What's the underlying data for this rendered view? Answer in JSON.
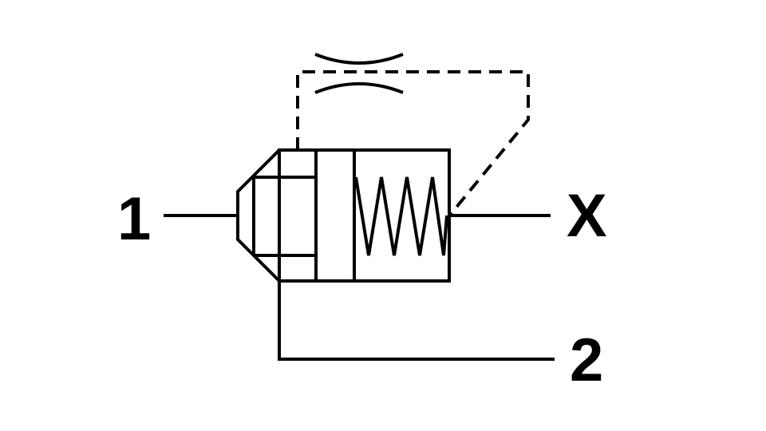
{
  "diagram": {
    "ports": {
      "inlet": "1",
      "outlet": "2",
      "pilot": "X"
    },
    "symbols": {
      "restrictor": "throttle-icon",
      "spring": "spring-icon",
      "valve_body": "valve-body-icon",
      "pilot_line": "dashed-pilot-line"
    },
    "colors": {
      "line": "#000000",
      "background": "#ffffff"
    }
  }
}
